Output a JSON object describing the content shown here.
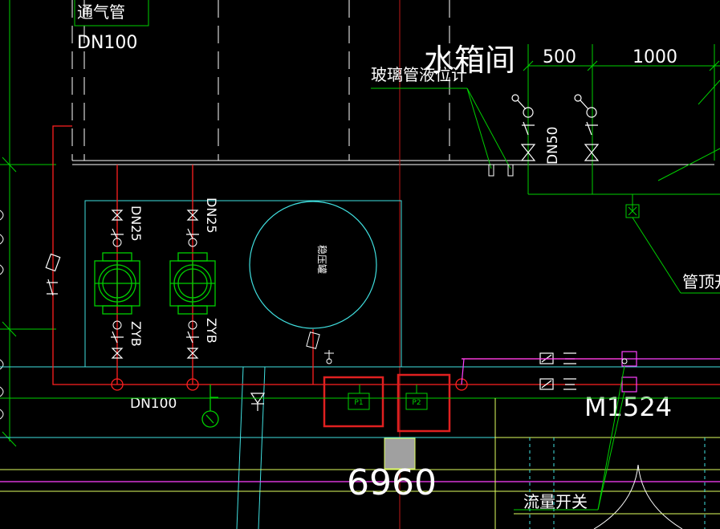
{
  "labels": {
    "vent_pipe": "通气管",
    "vent_dn": "DN100",
    "water_tank_room": "水箱间",
    "glass_gauge": "玻璃管液位计",
    "dim_500": "500",
    "dim_1000": "1000",
    "dn50": "DN50",
    "dn25_left": "DN25",
    "dn25_right": "DN25",
    "zyb_left": "ZYB",
    "zyb_right": "ZYB",
    "tank_text": "稳压罐",
    "dn100_bottom": "DN100",
    "tag_p1": "P1",
    "tag_p2": "P2",
    "door_code": "M1524",
    "dim_6960": "6960",
    "flow_switch": "流量开关",
    "pipe_top": "管顶开"
  },
  "colors": {
    "background": "#000000",
    "wall": "#ffffff",
    "red_pipe": "#ff2020",
    "cyan": "#40e0e0",
    "green": "#00d000",
    "magenta": "#ff40ff",
    "yellow_green": "#e0ff60",
    "highlight_box": "#e02020",
    "column_fill": "#a0a0a0"
  },
  "icons": [
    "pump-icon",
    "valve-icon",
    "check-valve-icon",
    "pressure-gauge-icon",
    "pressure-tank-icon"
  ]
}
